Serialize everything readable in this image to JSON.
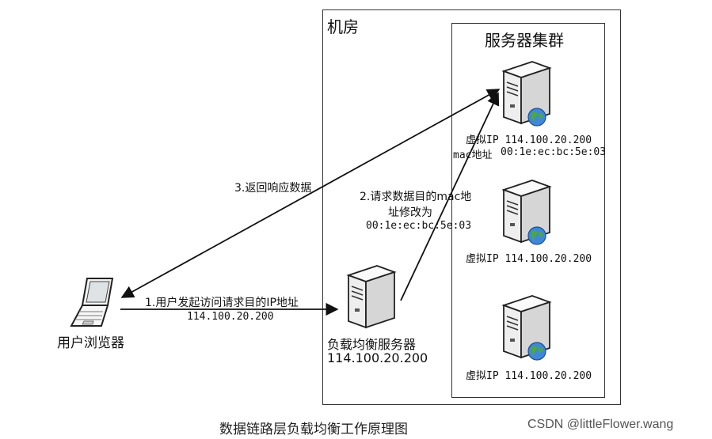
{
  "room": {
    "title": "机房"
  },
  "cluster": {
    "title": "服务器集群"
  },
  "client": {
    "label": "用户浏览器"
  },
  "load_balancer": {
    "name": "负载均衡服务器",
    "ip": "114.100.20.200"
  },
  "servers": [
    {
      "ip_line": "虚拟IP 114.100.20.200",
      "mac_line_label": "mac地址",
      "mac_line_value": "00:1e:ec:bc:5e:03"
    },
    {
      "ip_line": "虚拟IP 114.100.20.200"
    },
    {
      "ip_line": "虚拟IP 114.100.20.200"
    }
  ],
  "arrows": {
    "step1_line1": "1.用户发起访问请求目的IP地址",
    "step1_line2": "114.100.20.200",
    "step2_line1": "2.请求数据目的mac地",
    "step2_line2": "址修改为",
    "step2_line3": "00:1e:ec:bc:5e:03",
    "step3": "3.返回响应数据"
  },
  "caption": "数据链路层负载均衡工作原理图",
  "watermark": "CSDN @littleFlower.wang"
}
